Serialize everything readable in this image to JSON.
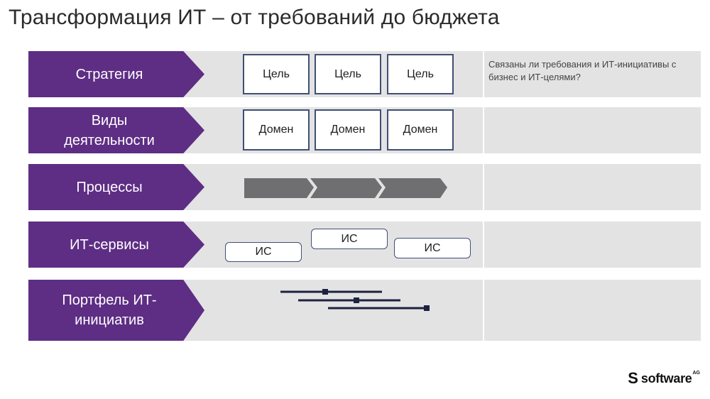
{
  "title": "Трансформация ИТ – от требований до бюджета",
  "rows": [
    {
      "label": "Стратегия",
      "boxes": [
        "Цель",
        "Цель",
        "Цель"
      ],
      "comment": "Связаны ли требования и ИТ-инициативы с бизнес и ИТ-целями?"
    },
    {
      "label": "Виды деятельности",
      "boxes": [
        "Домен",
        "Домен",
        "Домен"
      ],
      "comment": ""
    },
    {
      "label": "Процессы",
      "process_steps": 3,
      "comment": ""
    },
    {
      "label": "ИТ-сервисы",
      "services": [
        "ИС",
        "ИС",
        "ИС"
      ],
      "comment": ""
    },
    {
      "label": "Портфель ИТ-инициатив",
      "initiatives": 3,
      "comment": ""
    }
  ],
  "colors": {
    "band": "#5e2d84",
    "row_bg": "#e4e3e4",
    "box_border": "#3f4f74",
    "process": "#6f6f71",
    "gantt": "#1c2340"
  },
  "logo": {
    "mark": "S",
    "word": "software",
    "superscript": "AG"
  }
}
